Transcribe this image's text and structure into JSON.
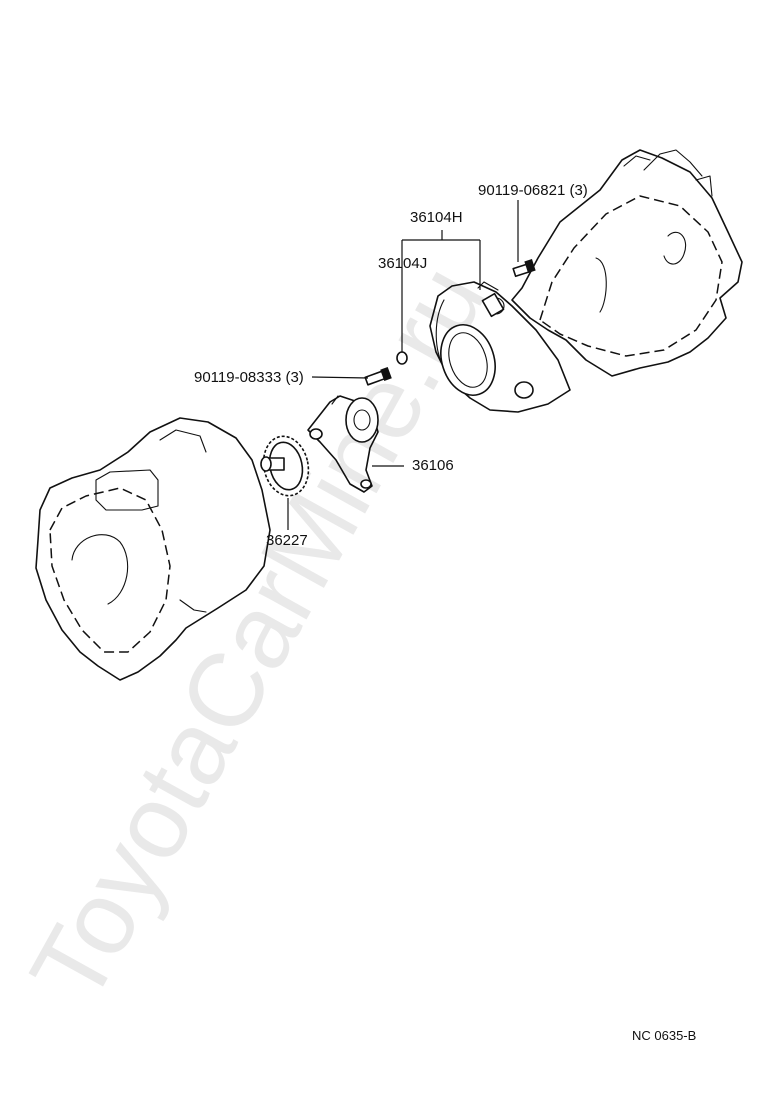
{
  "watermark": "ToyotaCarMine.ru",
  "diagram_code": "NC 0635-B",
  "labels": {
    "bolt_upper": "90119-06821 (3)",
    "assy_main": "36104H",
    "assy_sub": "36104J",
    "bolt_left": "90119-08333 (3)",
    "lever": "36106",
    "gear": "36227"
  },
  "colors": {
    "line": "#111111",
    "watermark": "#d8d8d8",
    "background": "#ffffff"
  }
}
